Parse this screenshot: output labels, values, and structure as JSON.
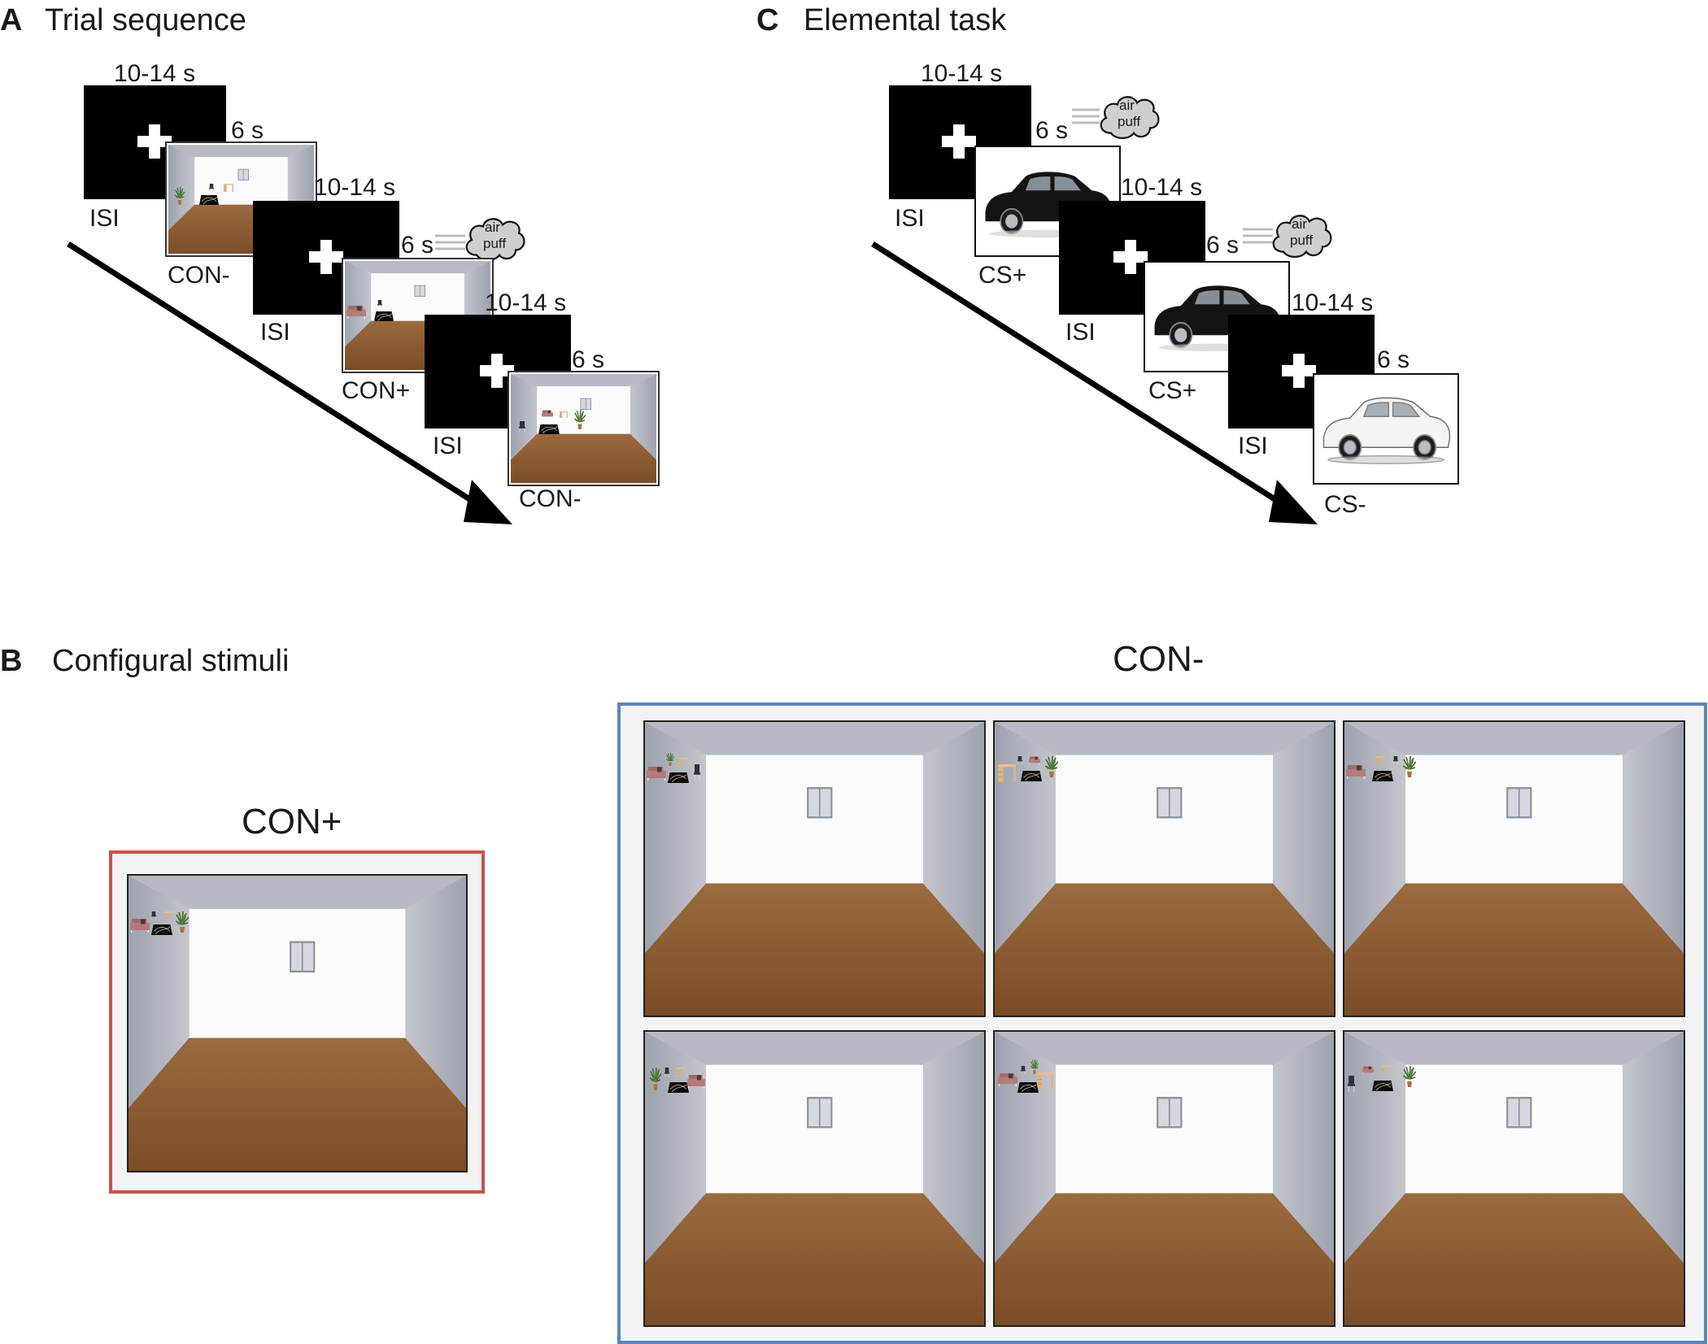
{
  "panels": {
    "A": {
      "letter": "A",
      "title": "Trial sequence",
      "steps": [
        {
          "isi_duration": "10-14 s",
          "isi_label": "ISI",
          "stim_duration": "6 s",
          "stim_label": "CON-",
          "air_puff": false
        },
        {
          "isi_duration": "10-14 s",
          "isi_label": "ISI",
          "stim_duration": "6 s",
          "stim_label": "CON+",
          "air_puff": true
        },
        {
          "isi_duration": "10-14 s",
          "isi_label": "ISI",
          "stim_duration": "6 s",
          "stim_label": "CON-",
          "air_puff": false
        }
      ]
    },
    "B": {
      "letter": "B",
      "title": "Configural stimuli",
      "con_plus_label": "CON+",
      "con_minus_label": "CON-",
      "con_plus_border": "#c9524a",
      "con_minus_border": "#5b86b8"
    },
    "C": {
      "letter": "C",
      "title": "Elemental task",
      "steps": [
        {
          "isi_duration": "10-14 s",
          "isi_label": "ISI",
          "stim_duration": "6 s",
          "stim_label": "CS+",
          "air_puff": true,
          "car_color": "#141414"
        },
        {
          "isi_duration": "10-14 s",
          "isi_label": "ISI",
          "stim_duration": "6 s",
          "stim_label": "CS+",
          "air_puff": true,
          "car_color": "#141414"
        },
        {
          "isi_duration": "",
          "isi_label": "ISI",
          "stim_duration": "6 s",
          "stim_label": "CS-",
          "air_puff": false,
          "car_color": "#f4f4f4"
        }
      ]
    }
  },
  "air_puff_text": [
    "air",
    "puff"
  ],
  "colors": {
    "isi_screen": "#000000",
    "floor": "#8a5a32",
    "wall_back": "#ffffff",
    "wall_side": "#a6a9b3",
    "sofa": "#b57b7b",
    "rug": "#0d0d0d",
    "desk": "#e2b98a",
    "plant": "#3f6b2b"
  },
  "icons": {
    "fixation": "plus-icon",
    "air_puff": "cloud-icon",
    "time_arrow": "arrow-icon",
    "car": "car-icon"
  }
}
